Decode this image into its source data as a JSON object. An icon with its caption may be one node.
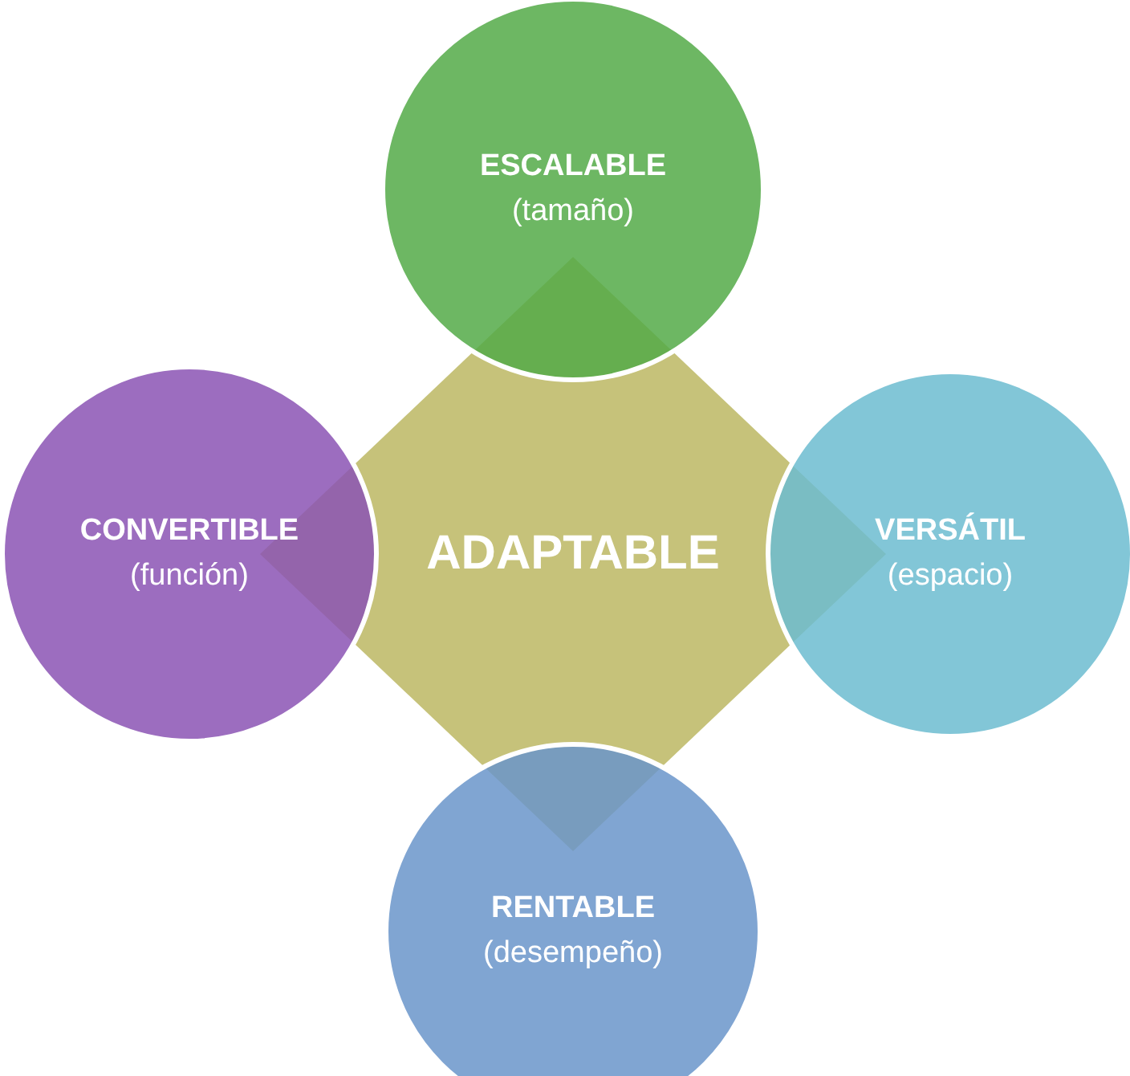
{
  "diagram": {
    "nodes": [
      {
        "text": [
          "ESCALABLE",
          "(tamaño)"
        ]
      },
      {
        "text": [
          "CONVERTIBLE",
          "(función)"
        ]
      },
      {
        "text": [
          "ADAPTABLE"
        ]
      },
      {
        "text": [
          "VERSÁTIL",
          "(espacio)"
        ]
      },
      {
        "text": [
          "RENTABLE",
          "(desempeño)"
        ]
      }
    ],
    "edges": []
  }
}
